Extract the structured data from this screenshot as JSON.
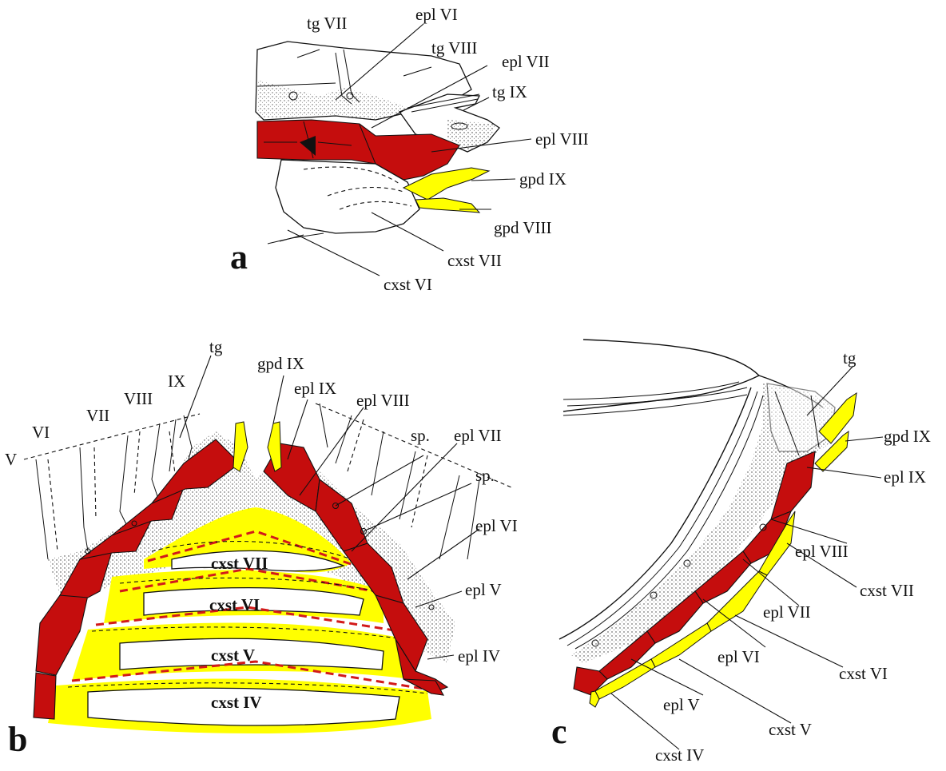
{
  "figure": {
    "colors": {
      "red": "#c50d0d",
      "yellow": "#ffff00",
      "outline": "#111111"
    },
    "panel_a": {
      "letter": "a",
      "labels": {
        "tg7": "tg VII",
        "epl6": "epl VI",
        "tg8": "tg VIII",
        "epl7": "epl VII",
        "tg9": "tg IX",
        "epl8": "epl VIII",
        "gpd9": "gpd IX",
        "gpd8": "gpd VIII",
        "cxst7": "cxst VII",
        "cxst6": "cxst VI"
      }
    },
    "panel_b": {
      "letter": "b",
      "labels": {
        "tg": "tg",
        "ix": "IX",
        "viii": "VIII",
        "vii": "VII",
        "vi": "VI",
        "v": "V",
        "gpd9": "gpd IX",
        "epl9": "epl IX",
        "epl8": "epl VIII",
        "sp1": "sp.",
        "epl7": "epl VII",
        "sp2": "sp.",
        "epl6": "epl VI",
        "epl5": "epl V",
        "epl4": "epl IV",
        "cxst7": "cxst VII",
        "cxst6": "cxst VI",
        "cxst5": "cxst V",
        "cxst4": "cxst IV"
      }
    },
    "panel_c": {
      "letter": "c",
      "labels": {
        "tg": "tg",
        "gpd9": "gpd IX",
        "epl9": "epl IX",
        "epl8": "epl VIII",
        "cxst7": "cxst VII",
        "epl7": "epl VII",
        "epl6": "epl VI",
        "cxst6": "cxst VI",
        "epl5": "epl V",
        "cxst5": "cxst V",
        "cxst4": "cxst IV"
      }
    }
  }
}
